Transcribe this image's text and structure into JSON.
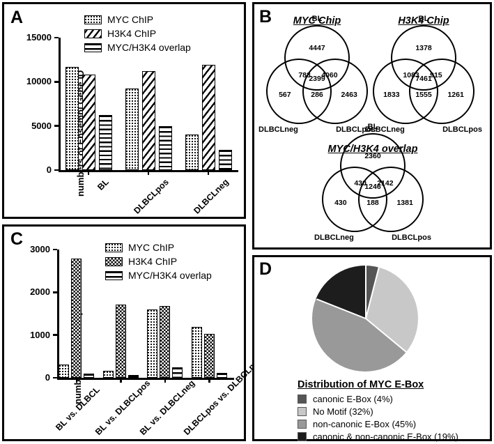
{
  "figure": {
    "panels": [
      "A",
      "B",
      "C",
      "D"
    ]
  },
  "panelA": {
    "letter": "A",
    "ylabel": "numbers of Ensembl Gene ID",
    "legend": [
      {
        "label": "MYC ChIP",
        "pattern": "dots"
      },
      {
        "label": "H3K4 ChIP",
        "pattern": "diagonal"
      },
      {
        "label": "MYC/H3K4 overlap",
        "pattern": "horizontal"
      }
    ],
    "chart_data": {
      "type": "bar",
      "title": "",
      "xlabel": "",
      "ylabel": "numbers of Ensembl Gene ID",
      "categories": [
        "BL",
        "DLBCLpos",
        "DLBCLneg"
      ],
      "yticks": [
        0,
        5000,
        10000,
        15000
      ],
      "ylim": [
        0,
        15000
      ],
      "grid": false,
      "legend_position": "top-center",
      "series": [
        {
          "name": "MYC ChIP",
          "values": [
            11700,
            9250,
            4050
          ]
        },
        {
          "name": "H3K4 ChIP",
          "values": [
            10850,
            11200,
            11950
          ]
        },
        {
          "name": "MYC/H3K4 overlap",
          "values": [
            6200,
            5000,
            2300
          ]
        }
      ]
    }
  },
  "panelB": {
    "letter": "B",
    "venns": [
      {
        "title": "MYC Chip",
        "labels": {
          "top": "BL",
          "left": "DLBCLneg",
          "right": "DLBCLpos"
        },
        "values": {
          "top_only": "4447",
          "left_only": "567",
          "right_only": "2463",
          "top_left": "783",
          "top_right": "4060",
          "left_right": "286",
          "center": "2399"
        }
      },
      {
        "title": "H3K4 Chip",
        "labels": {
          "top": "BL",
          "left": "DLBCLneg",
          "right": "DLBCLpos"
        },
        "values": {
          "top_only": "1378",
          "left_only": "1833",
          "right_only": "1261",
          "top_left": "1083",
          "top_right": "915",
          "left_right": "1555",
          "center": "7461"
        }
      },
      {
        "title": "MYC/H3K4 overlap",
        "labels": {
          "top": "BL",
          "left": "DLBCLneg",
          "right": "DLBCLpos"
        },
        "values": {
          "top_only": "2360",
          "left_only": "430",
          "right_only": "1381",
          "top_left": "430",
          "top_right": "2142",
          "left_right": "188",
          "center": "1246"
        }
      }
    ]
  },
  "panelC": {
    "letter": "C",
    "ylabel": "number of diff. ChIP peaks",
    "legend": [
      {
        "label": "MYC ChIP",
        "pattern": "dots"
      },
      {
        "label": "H3K4 ChIP",
        "pattern": "checker"
      },
      {
        "label": "MYC/H3K4 overlap",
        "pattern": "horizontal"
      }
    ],
    "chart_data": {
      "type": "bar",
      "title": "",
      "xlabel": "",
      "ylabel": "number of diff. ChIP peaks",
      "categories": [
        "BL vs. DLBCL",
        "BL vs. DLBCLpos",
        "BL vs. DLBCLneg",
        "DLBCLpos vs. DLBCLneg"
      ],
      "yticks": [
        0,
        1000,
        2000,
        3000
      ],
      "ylim": [
        0,
        3000
      ],
      "grid": false,
      "legend_position": "top-right",
      "series": [
        {
          "name": "MYC ChIP",
          "values": [
            310,
            170,
            1600,
            1190
          ]
        },
        {
          "name": "H3K4 ChIP",
          "values": [
            2790,
            1720,
            1680,
            1030
          ]
        },
        {
          "name": "MYC/H3K4 overlap",
          "values": [
            90,
            60,
            250,
            110
          ]
        }
      ]
    }
  },
  "panelD": {
    "letter": "D",
    "legend_title": "Distribution of MYC E-Box",
    "chart_data": {
      "type": "pie",
      "title": "Distribution of MYC E-Box",
      "labels": [
        "canonic E-Box (4%)",
        "No Motif (32%)",
        "non-canonic E-Box (45%)",
        "canonic & non-canonic E-Box (19%)"
      ],
      "values": [
        4,
        32,
        45,
        19
      ],
      "colors": [
        "#555555",
        "#c8c8c8",
        "#999999",
        "#1d1d1d"
      ],
      "start_angle": 0,
      "direction": "clockwise",
      "legend_position": "below"
    }
  }
}
